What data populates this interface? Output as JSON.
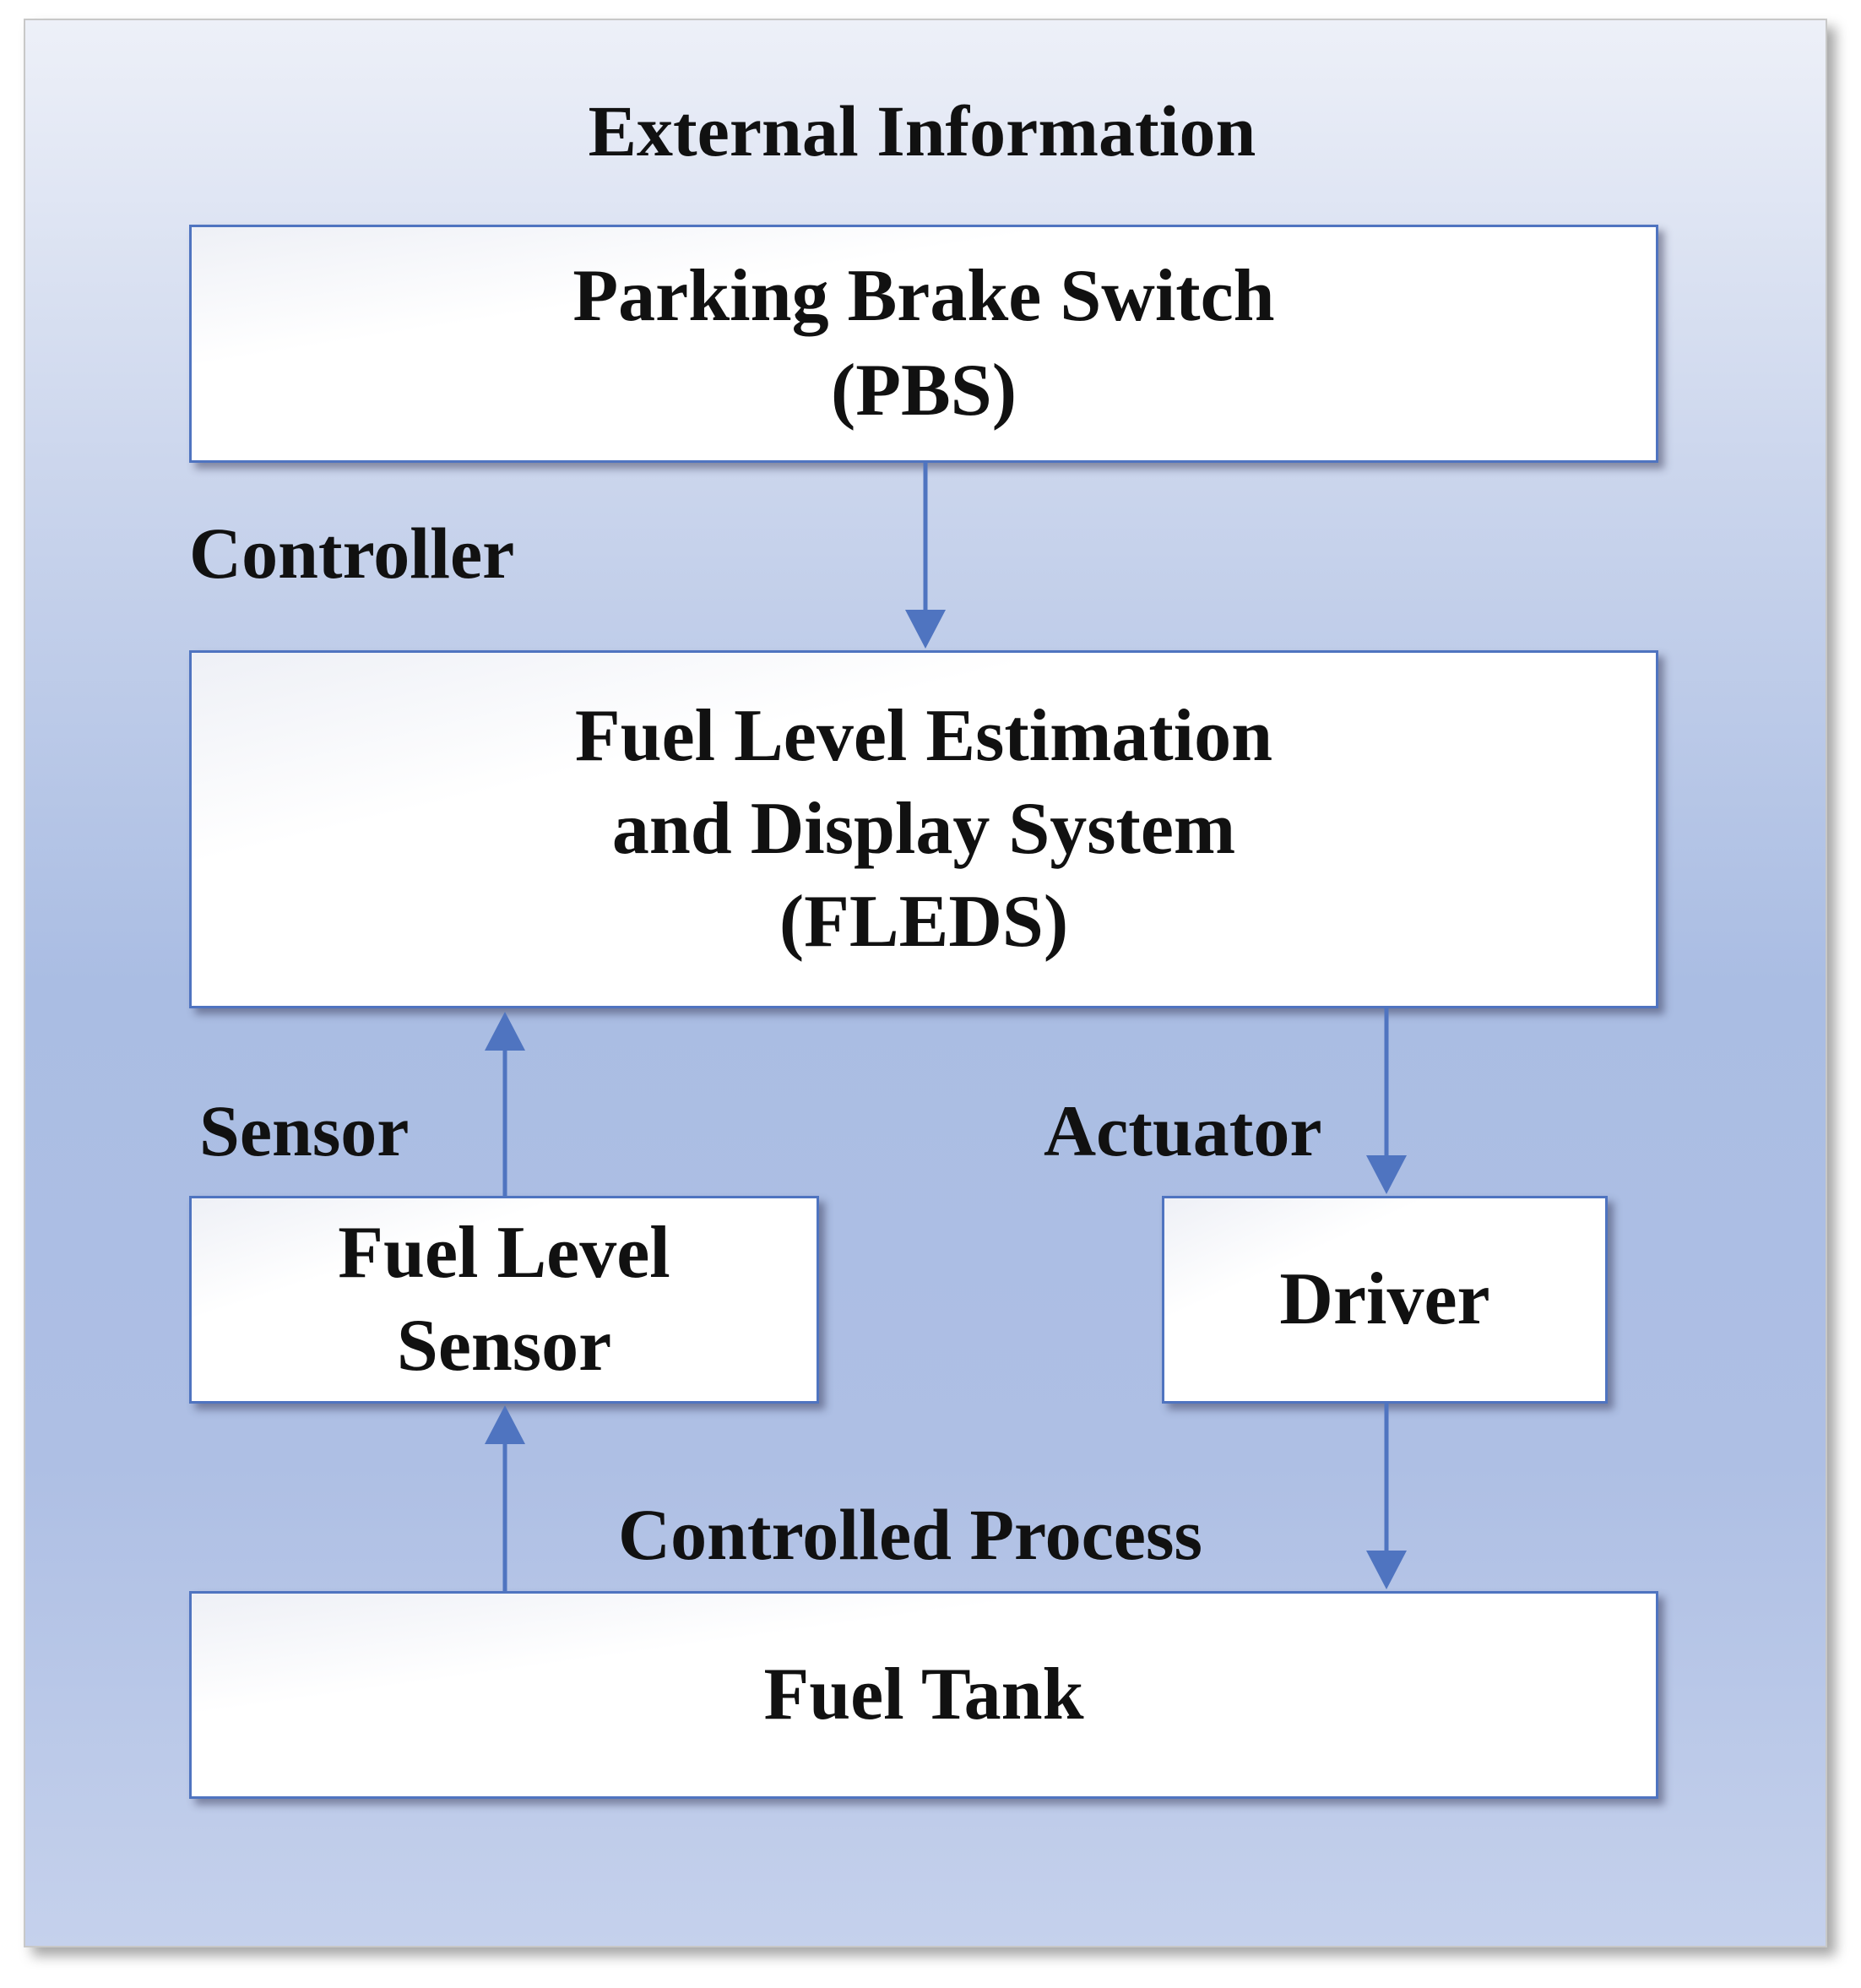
{
  "diagram": {
    "external_label": "External Information",
    "controller_label": "Controller",
    "sensor_label": "Sensor",
    "actuator_label": "Actuator",
    "process_label": "Controlled Process",
    "boxes": {
      "pbs": {
        "lines": [
          "Parking Brake Switch",
          "(PBS)"
        ]
      },
      "fleds": {
        "lines": [
          "Fuel Level Estimation",
          "and Display System",
          "(FLEDS)"
        ]
      },
      "fuel_sensor": {
        "lines": [
          "Fuel Level",
          "Sensor"
        ]
      },
      "driver": {
        "lines": [
          "Driver"
        ]
      },
      "fuel_tank": {
        "lines": [
          "Fuel Tank"
        ]
      }
    },
    "colors": {
      "arrow": "#4f74c0",
      "box_border": "#4f74c0",
      "text": "#111111"
    }
  }
}
